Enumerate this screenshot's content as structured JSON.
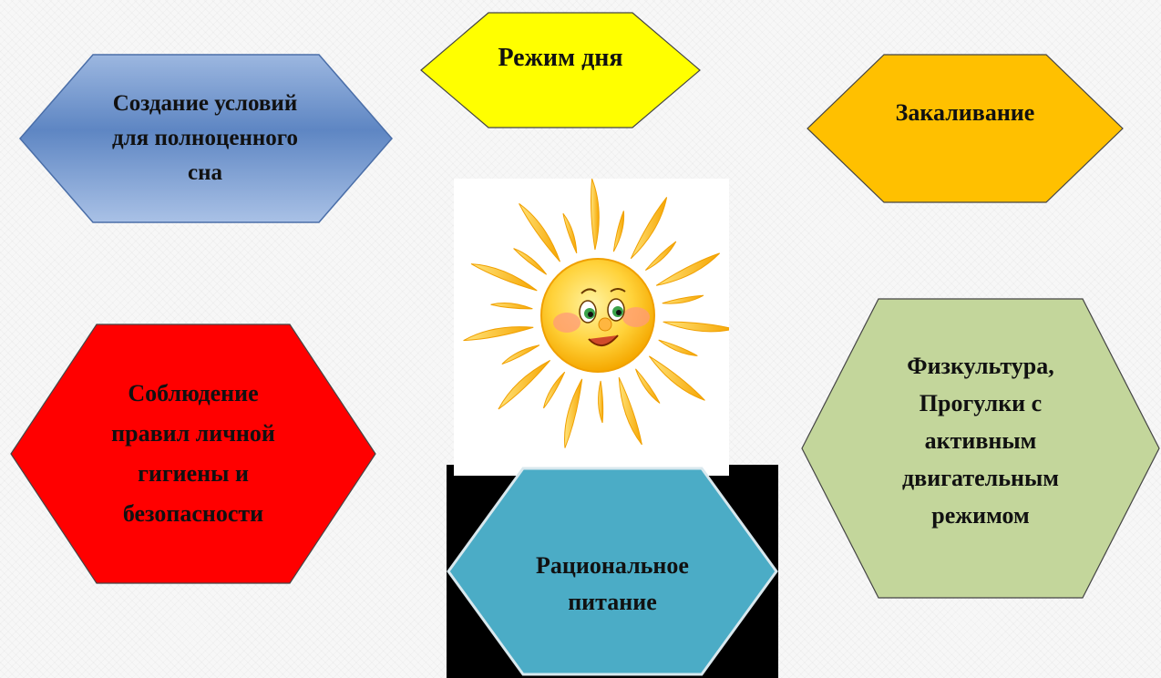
{
  "hexagons": {
    "sleep": {
      "lines": [
        "Создание условий",
        "для полноценного",
        "сна"
      ],
      "color": "#5b84c0"
    },
    "regime": {
      "lines": [
        "Режим дня"
      ],
      "color": "#ffff00"
    },
    "temper": {
      "lines": [
        "Закаливание"
      ],
      "color": "#ffc000"
    },
    "hygiene": {
      "lines": [
        "Соблюдение",
        "правил личной",
        "гигиены и",
        "безопасности"
      ],
      "color": "#ff0000"
    },
    "sport": {
      "lines": [
        "Физкультура,",
        "Прогулки с",
        "активным",
        "двигательным",
        "режимом"
      ],
      "color": "#c3d69b"
    },
    "food": {
      "lines": [
        "Рациональное",
        "питание"
      ],
      "color": "#4bacc6"
    }
  },
  "center_image": {
    "icon": "smiling-sun-icon"
  }
}
